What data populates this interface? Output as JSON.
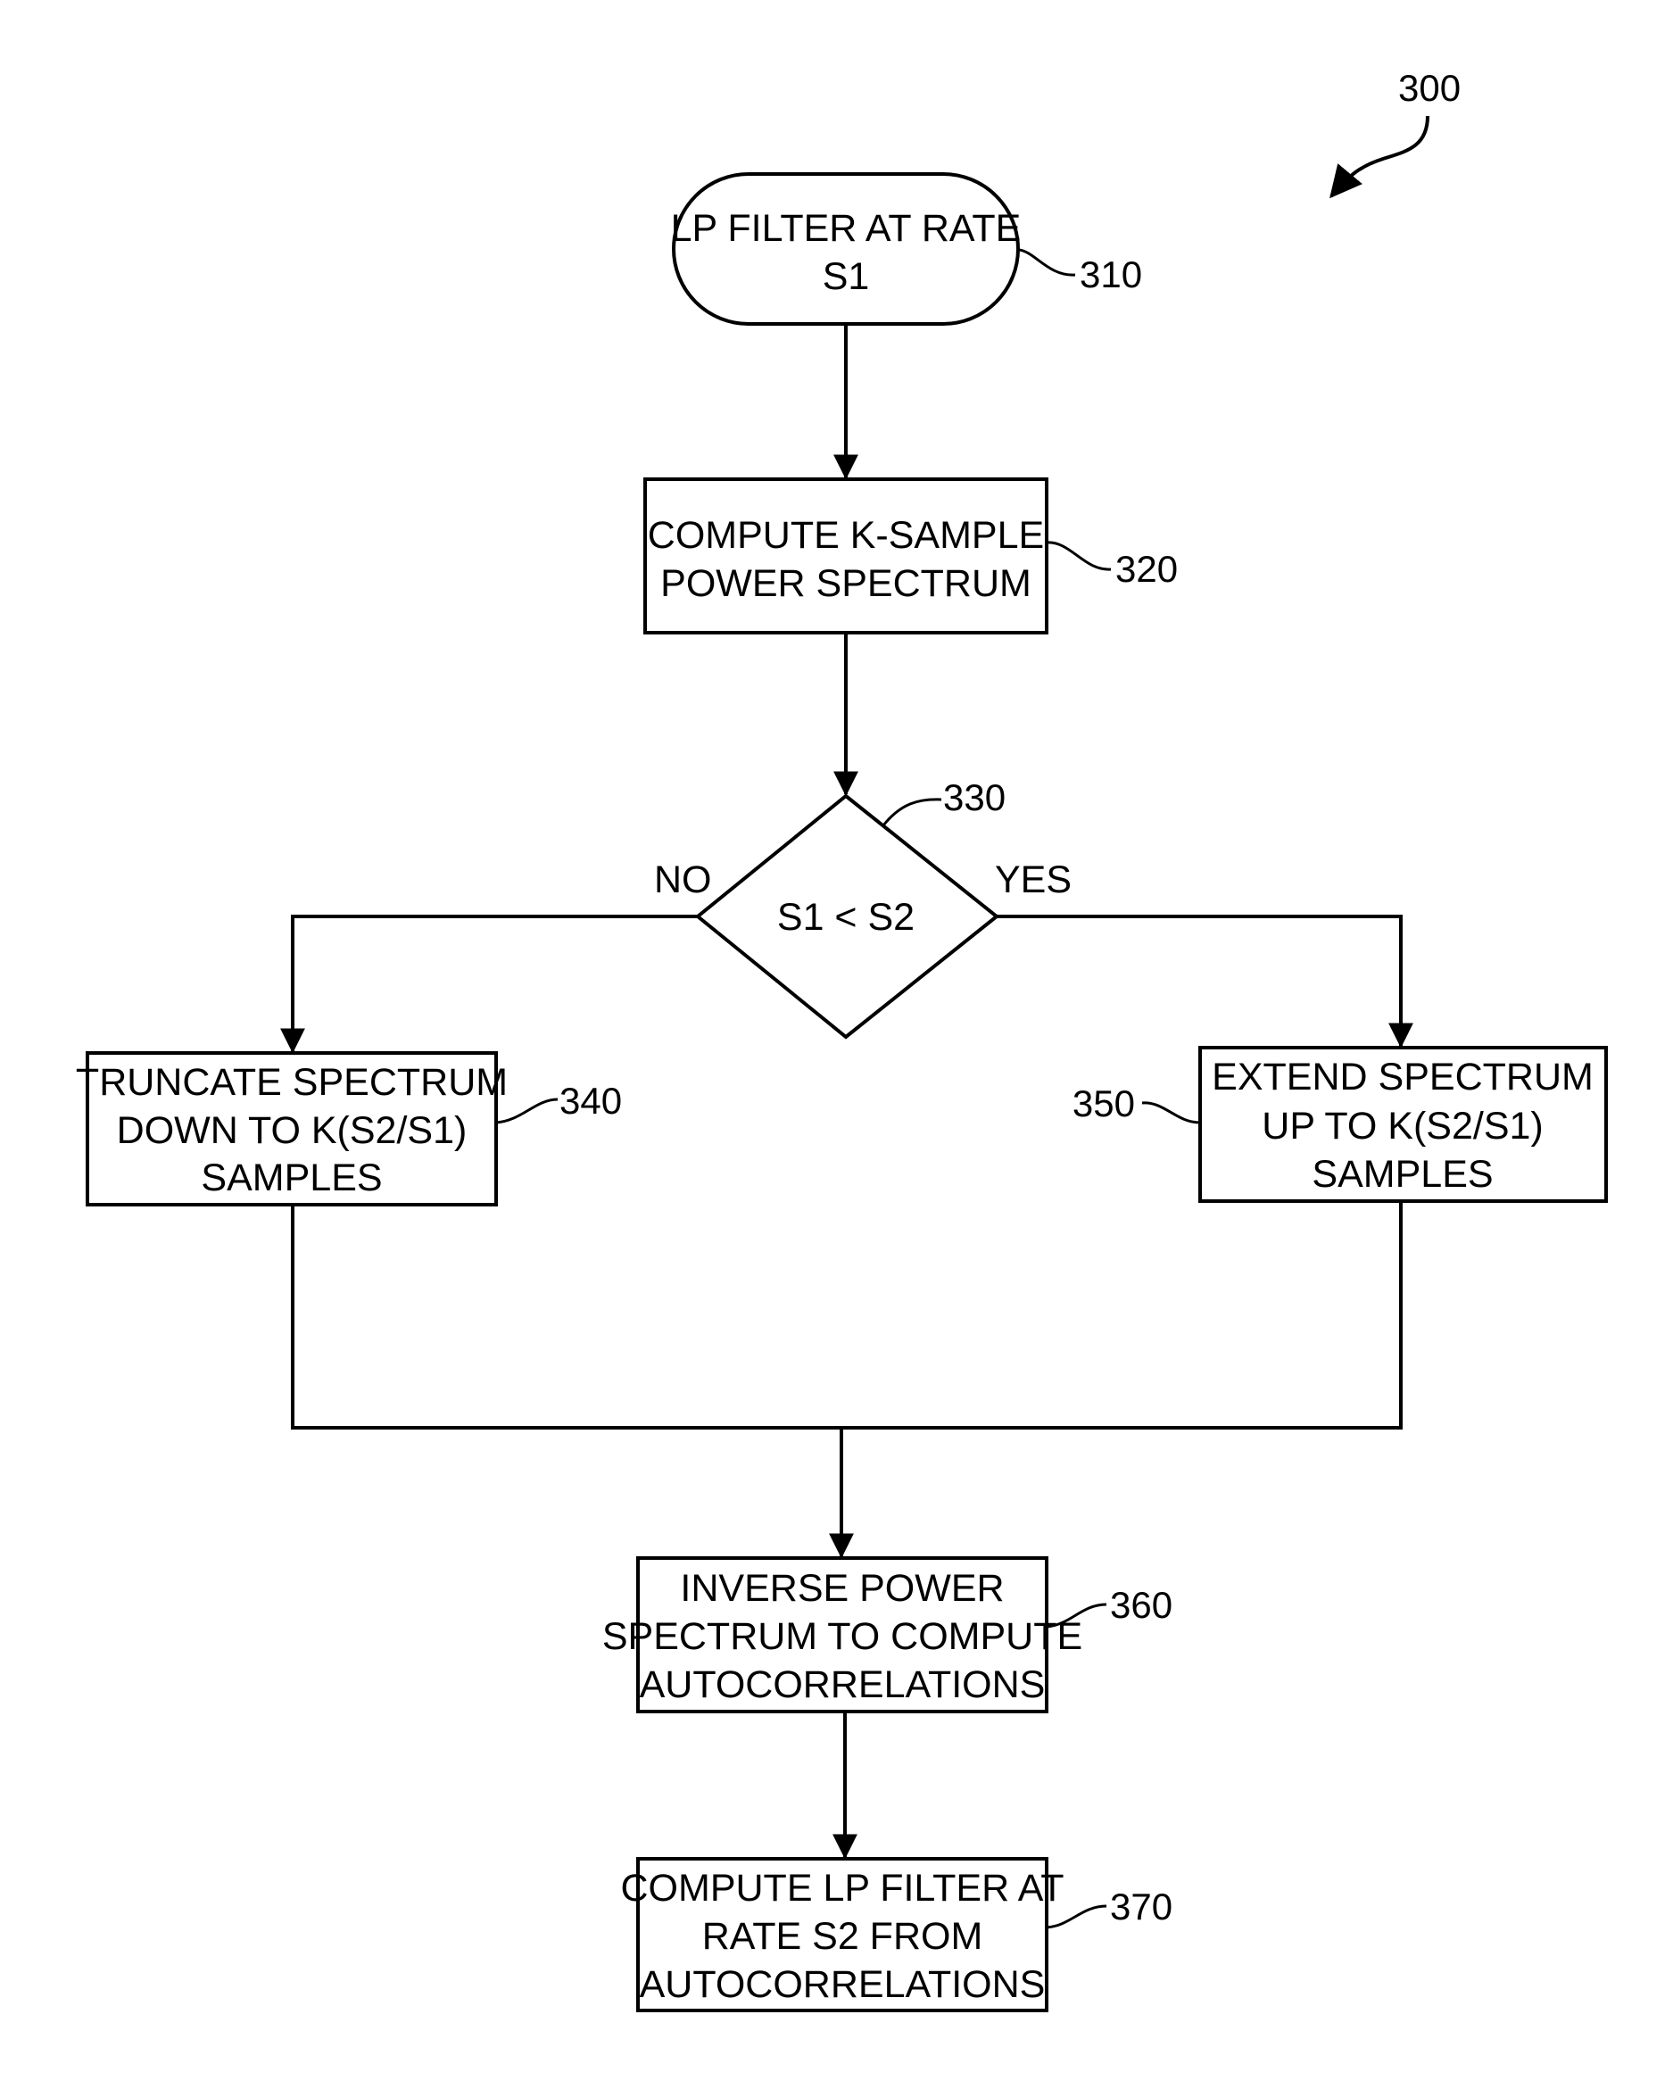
{
  "figure": {
    "number": "300",
    "steps": {
      "start": {
        "ref": "310",
        "lines": [
          "LP FILTER AT RATE",
          "S1"
        ]
      },
      "power_spectrum": {
        "ref": "320",
        "lines": [
          "COMPUTE K-SAMPLE",
          "POWER SPECTRUM"
        ]
      },
      "decision": {
        "ref": "330",
        "lines": [
          "S1 < S2"
        ],
        "no_label": "NO",
        "yes_label": "YES"
      },
      "truncate": {
        "ref": "340",
        "lines": [
          "TRUNCATE SPECTRUM",
          "DOWN TO K(S2/S1)",
          "SAMPLES"
        ]
      },
      "extend": {
        "ref": "350",
        "lines": [
          "EXTEND SPECTRUM",
          "UP TO K(S2/S1)",
          "SAMPLES"
        ]
      },
      "inverse": {
        "ref": "360",
        "lines": [
          "INVERSE POWER",
          "SPECTRUM TO COMPUTE",
          "AUTOCORRELATIONS"
        ]
      },
      "compute_lp": {
        "ref": "370",
        "lines": [
          "COMPUTE LP FILTER AT",
          "RATE S2 FROM",
          "AUTOCORRELATIONS"
        ]
      }
    }
  }
}
